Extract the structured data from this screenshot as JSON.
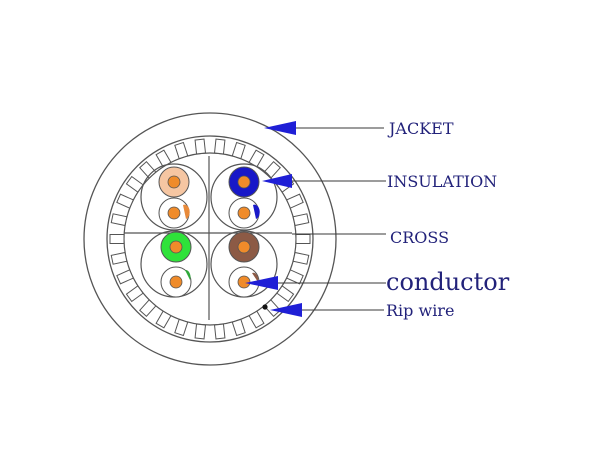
{
  "labels": {
    "jacket": "JACKET",
    "insulation": "INSULATION",
    "cross": "CROSS",
    "conductor": "conductor",
    "rip_wire": "Rip wire"
  },
  "colors": {
    "outline": "#555555",
    "label_text": "#22227a",
    "arrow": "#1f1fd6",
    "pointer_line": "#3a3a3a",
    "conductor": "#ef8b2a",
    "pair_orange": "#f6c6a2",
    "pair_blue": "#1818c8",
    "pair_green": "#2fe23a",
    "pair_brown": "#8c5a45",
    "stripe_orange": "#e88a3a",
    "stripe_blue": "#1818c8",
    "stripe_green": "#2fa83a",
    "stripe_brown": "#8c5a45",
    "rip_wire": "#111111"
  },
  "pairs": [
    {
      "name": "orange",
      "solid_color": "#f6c6a2",
      "stripe_color": "#e88a3a"
    },
    {
      "name": "blue",
      "solid_color": "#1818c8",
      "stripe_color": "#1818c8"
    },
    {
      "name": "green",
      "solid_color": "#2fe23a",
      "stripe_color": "#2fa83a"
    },
    {
      "name": "brown",
      "solid_color": "#8c5a45",
      "stripe_color": "#8c5a45"
    }
  ]
}
